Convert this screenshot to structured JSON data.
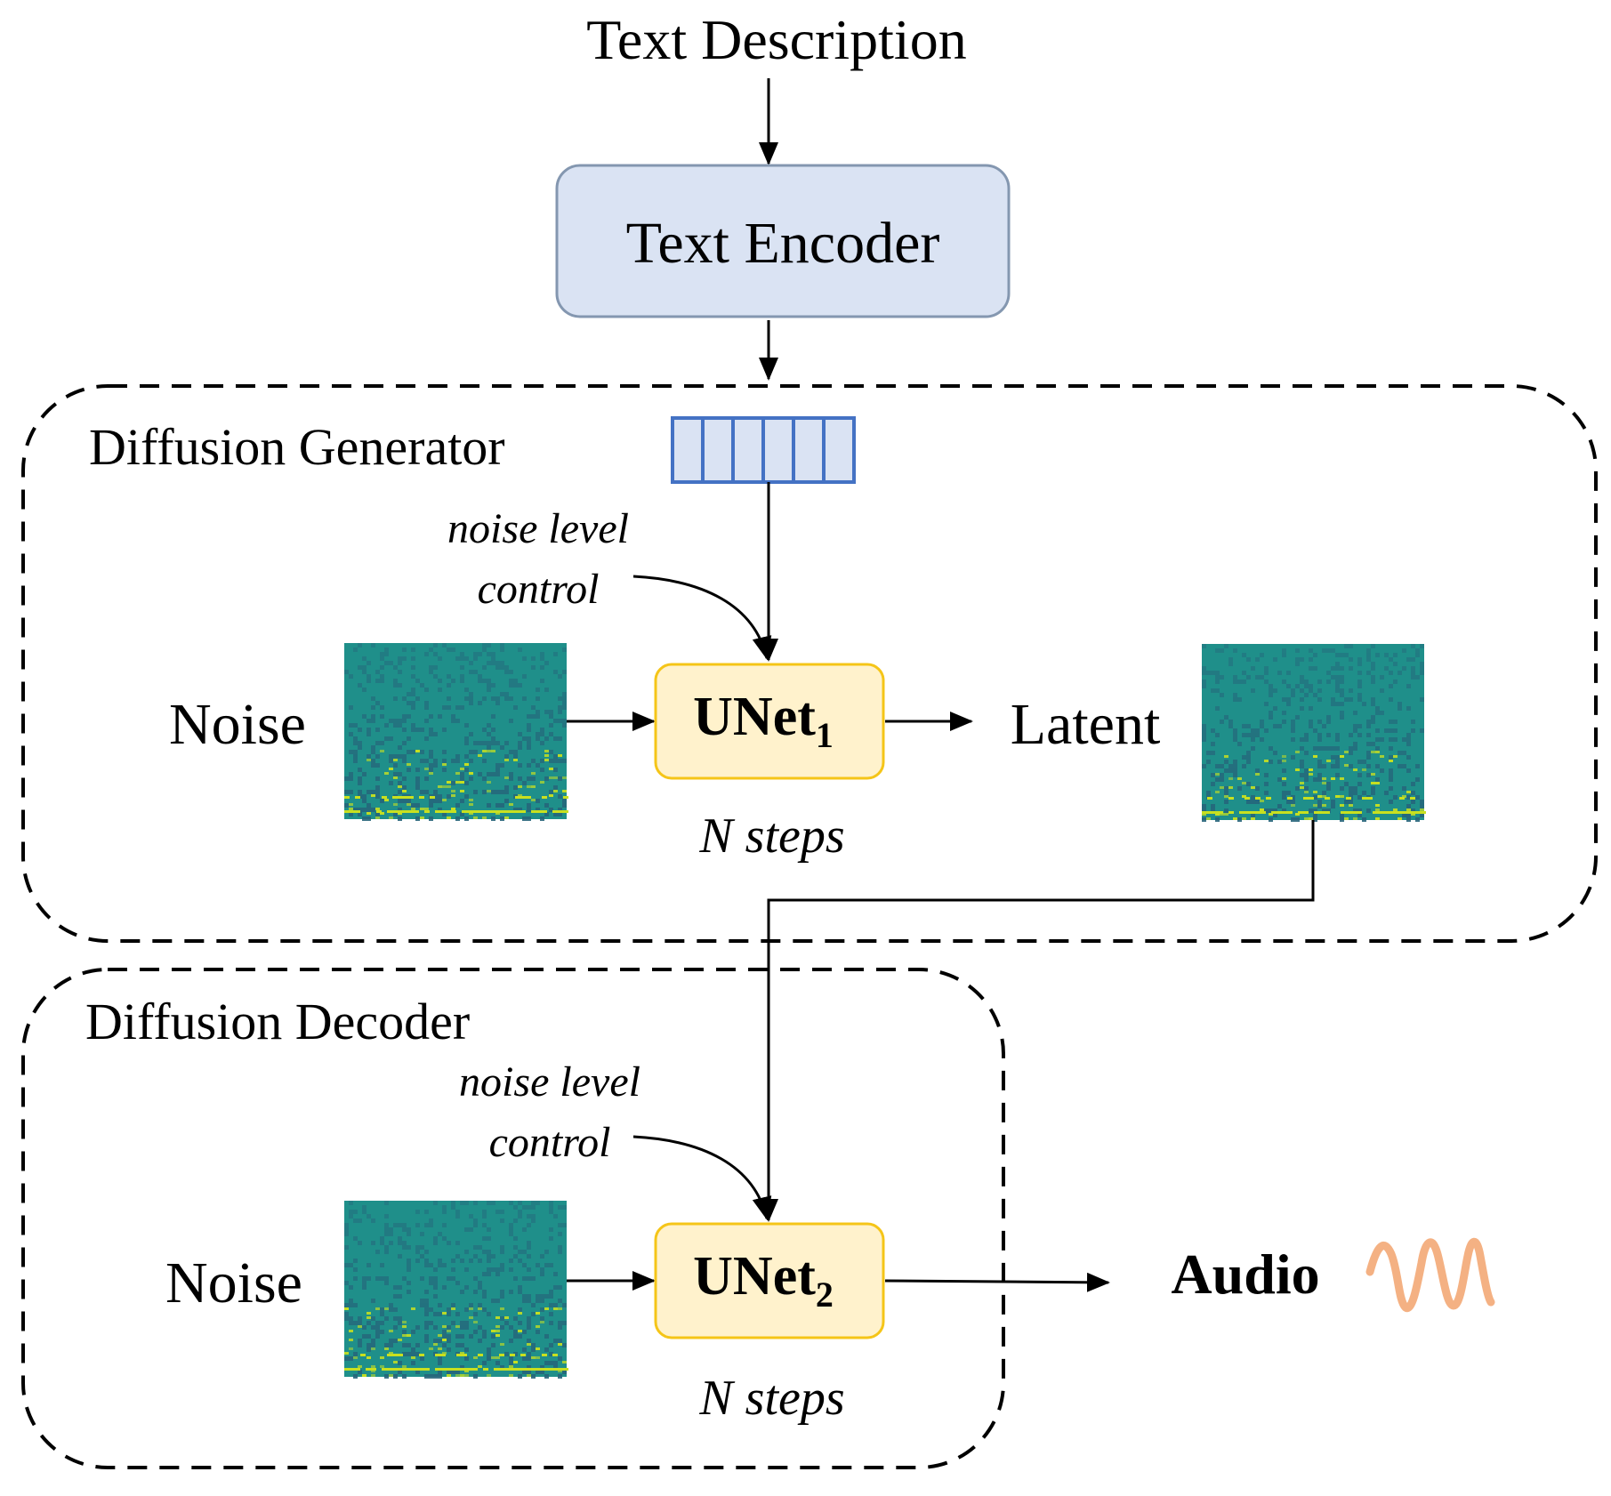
{
  "input_label": "Text Description",
  "encoder": {
    "label": "Text Encoder",
    "fill": "#dae3f3",
    "stroke": "#8497b0"
  },
  "generator": {
    "title": "Diffusion Generator",
    "noise_control_line1": "noise level",
    "noise_control_line2": "control",
    "input_label": "Noise",
    "unet_label": "UNet",
    "unet_subscript": "1",
    "steps_label": "N steps",
    "output_label": "Latent",
    "token_count": 6
  },
  "decoder": {
    "title": "Diffusion Decoder",
    "noise_control_line1": "noise level",
    "noise_control_line2": "control",
    "input_label": "Noise",
    "unet_label": "UNet",
    "unet_subscript": "2",
    "steps_label": "N steps"
  },
  "output_label": "Audio",
  "colors": {
    "token_fill": "#dae3f3",
    "token_stroke": "#4472c4",
    "unet_fill": "#fff2cc",
    "unet_stroke": "#f5c518",
    "wave": "#f4b183",
    "spectrogram_base": "#1f8f8a",
    "spectrogram_dark": "#26647a",
    "spectrogram_bright": "#c8e020"
  },
  "icons": {
    "spectrogram": "spectrogram-icon",
    "audio": "audio-wave-icon"
  }
}
